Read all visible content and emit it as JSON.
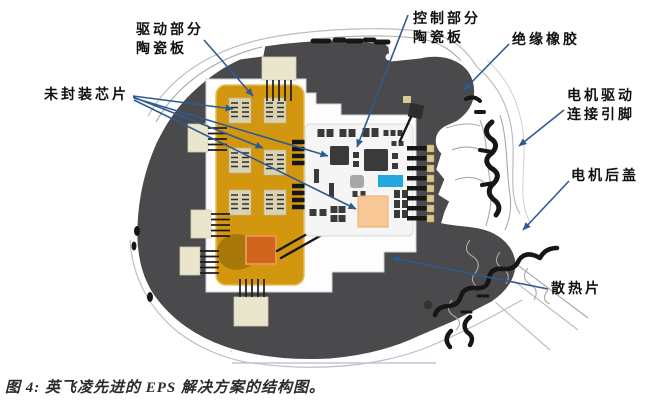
{
  "figure": {
    "caption": "图 4: 英飞凌先进的 EPS 解决方案的结构图。",
    "labels": {
      "drive_ceramic": {
        "line1": "驱动部分",
        "line2": "陶瓷板"
      },
      "unpackaged_die": {
        "line1": "未封装芯片"
      },
      "control_ceramic": {
        "line1": "控制部分",
        "line2": "陶瓷板"
      },
      "insulation_rubber": {
        "line1": "绝缘橡胶"
      },
      "motor_drive_pins": {
        "line1": "电机驱动",
        "line2": "连接引脚"
      },
      "motor_rear_cover": {
        "line1": "电机后盖"
      },
      "heatsink": {
        "line1": "散热片"
      }
    },
    "colors": {
      "annotation_arrow": "#2E5B8F",
      "motor_cover_gray": "#4A4A4C",
      "drive_board_orange": "#D2970F",
      "die_chip_orange": "#D2651C",
      "component_cyan": "#22A7DF",
      "component_peach": "#F7C795",
      "chip_beige": "#D9D3B4",
      "caption_text": "#2B2B2B"
    }
  }
}
